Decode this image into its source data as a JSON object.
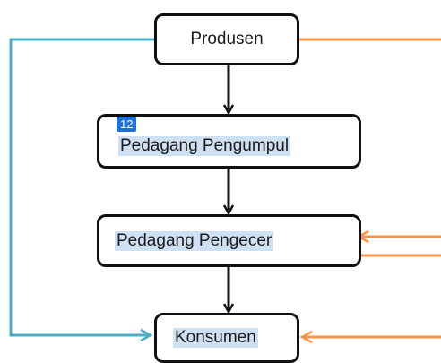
{
  "diagram": {
    "nodes": [
      {
        "id": "produsen",
        "label": "Produsen"
      },
      {
        "id": "pedagang-pengumpul",
        "label": "Pedagang Pengumpul",
        "badge": "12",
        "highlighted": true
      },
      {
        "id": "pedagang-pengecer",
        "label": "Pedagang Pengecer",
        "highlighted": true
      },
      {
        "id": "konsumen",
        "label": "Konsumen",
        "highlighted": true
      }
    ],
    "edges": [
      {
        "from": "produsen",
        "to": "pedagang-pengumpul",
        "color": "#111111"
      },
      {
        "from": "pedagang-pengumpul",
        "to": "pedagang-pengecer",
        "color": "#111111"
      },
      {
        "from": "pedagang-pengecer",
        "to": "konsumen",
        "color": "#111111"
      },
      {
        "from": "produsen",
        "to": "konsumen",
        "color": "#4bacc6",
        "route": "left"
      },
      {
        "from": "produsen",
        "to": "off-screen",
        "color": "#f79646",
        "route": "right"
      },
      {
        "from": "off-screen",
        "to": "pedagang-pengecer",
        "color": "#f79646",
        "route": "right"
      },
      {
        "from": "pedagang-pengecer",
        "to": "off-screen",
        "color": "#f79646",
        "route": "right"
      },
      {
        "from": "off-screen",
        "to": "konsumen",
        "color": "#f79646",
        "route": "right"
      }
    ],
    "colors": {
      "box_border": "#111111",
      "text_highlight": "#cfe0f3",
      "badge": "#1f6fd6",
      "blue_line": "#4bacc6",
      "orange_line": "#f79646"
    }
  }
}
